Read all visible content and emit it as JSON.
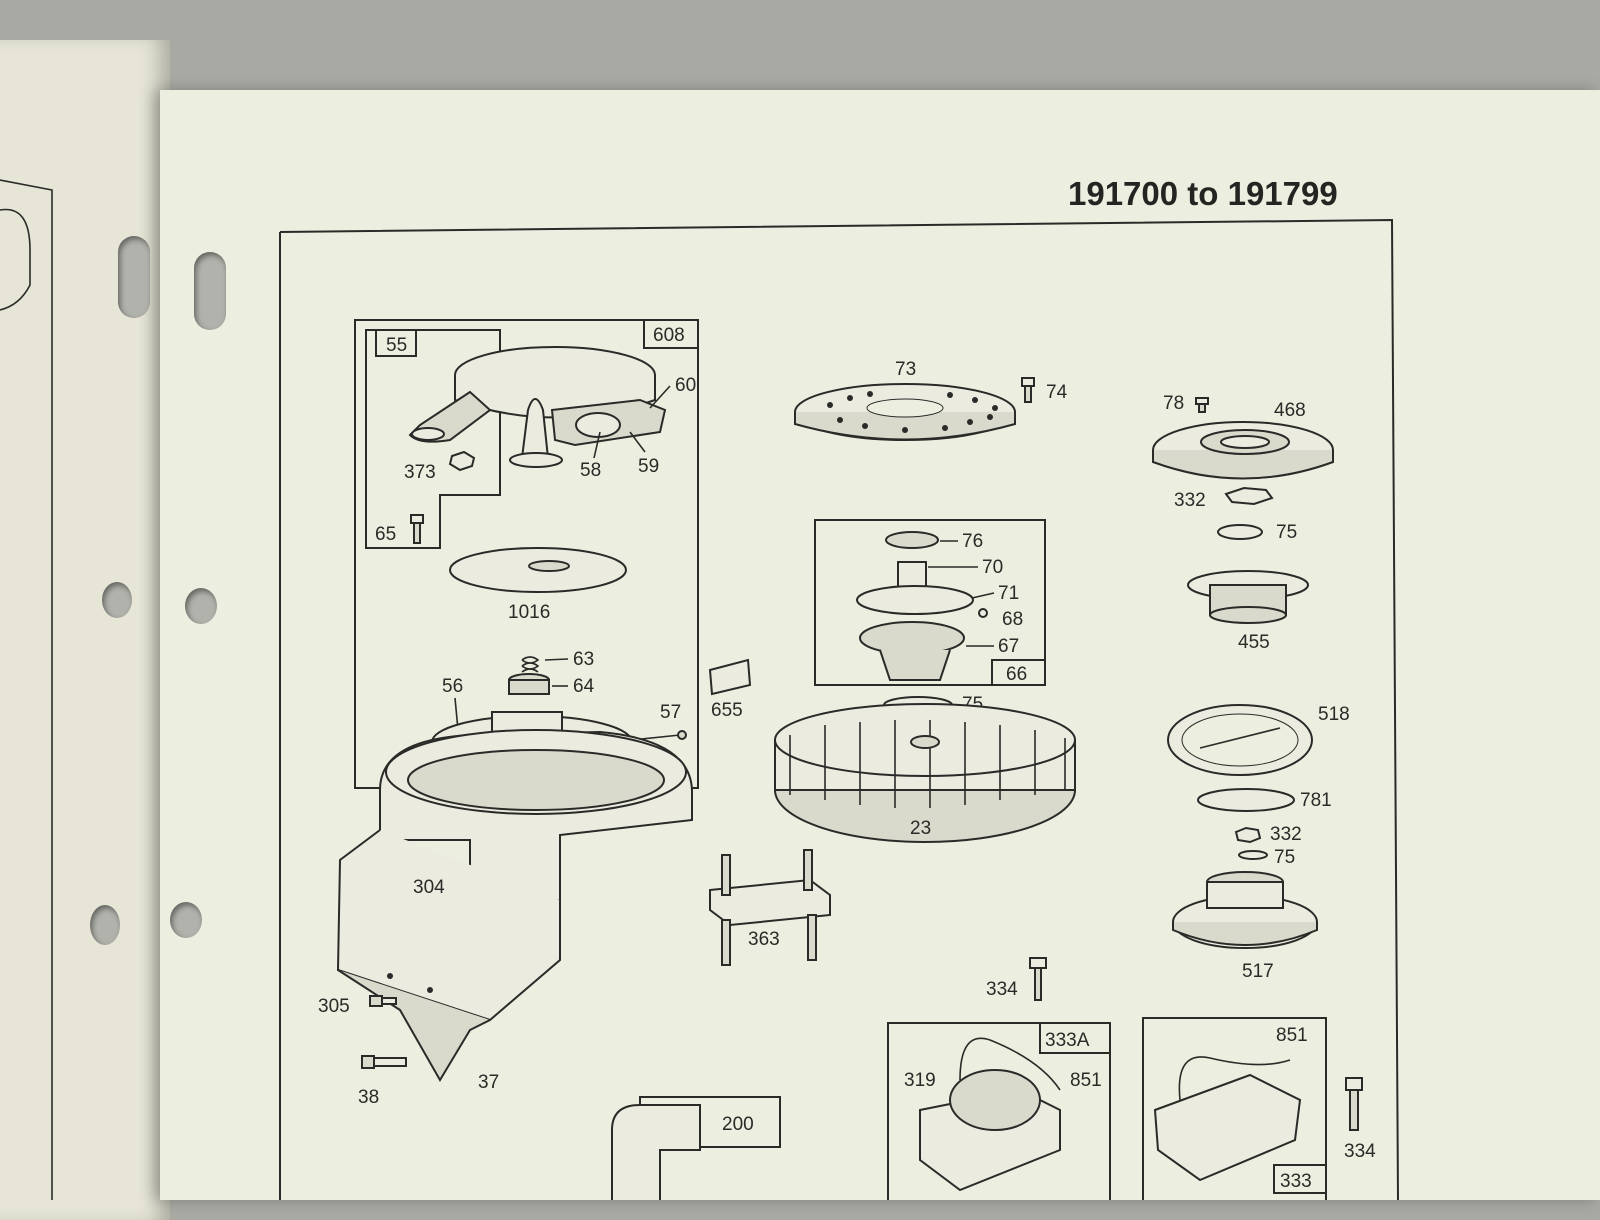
{
  "header": {
    "model_range": "191700 to 191799"
  },
  "callouts": {
    "c55": "55",
    "c608": "608",
    "c60": "60",
    "c373": "373",
    "c58": "58",
    "c59": "59",
    "c65": "65",
    "c1016": "1016",
    "c63": "63",
    "c64": "64",
    "c56": "56",
    "c57": "57",
    "c655": "655",
    "c304": "304",
    "c305": "305",
    "c38": "38",
    "c37": "37",
    "c200": "200",
    "c73": "73",
    "c74": "74",
    "c76": "76",
    "c70": "70",
    "c71": "71",
    "c68": "68",
    "c67": "67",
    "c66": "66",
    "c75a": "75",
    "c23": "23",
    "c363": "363",
    "c334a": "334",
    "c333A": "333A",
    "c319": "319",
    "c851a": "851",
    "c78": "78",
    "c468": "468",
    "c332a": "332",
    "c75b": "75",
    "c455": "455",
    "c518": "518",
    "c781": "781",
    "c332b": "332",
    "c75c": "75",
    "c517": "517",
    "c851b": "851",
    "c334b": "334",
    "c333": "333"
  },
  "icons": {
    "binder_hole": "binder-hole-icon",
    "screw": "screw-icon",
    "nut": "nut-icon"
  }
}
